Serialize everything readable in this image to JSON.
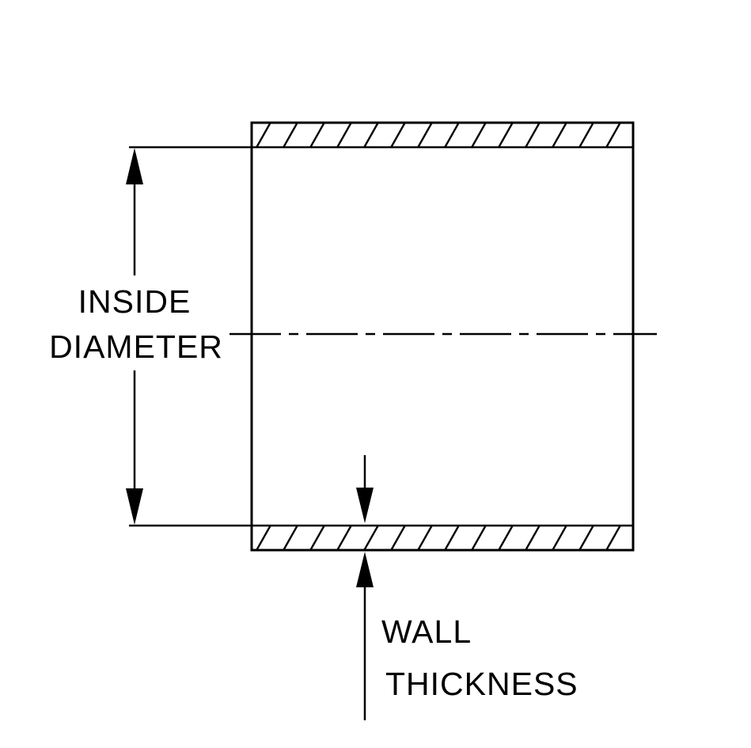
{
  "labels": {
    "inside_diameter": {
      "line1": "INSIDE",
      "line2": "DIAMETER"
    },
    "wall_thickness": {
      "line1": "WALL",
      "line2": "THICKNESS"
    }
  },
  "colors": {
    "line": "#000000",
    "background": "#ffffff"
  }
}
